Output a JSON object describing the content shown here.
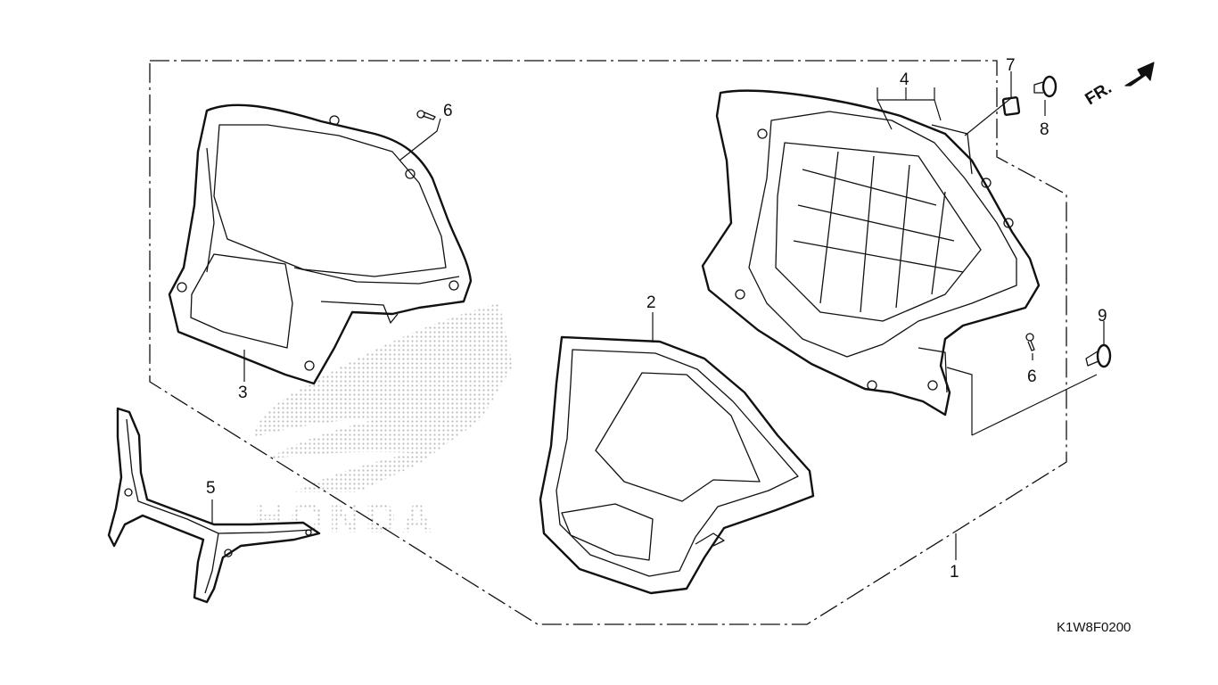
{
  "callouts": {
    "c1": "1",
    "c2": "2",
    "c3": "3",
    "c4": "4",
    "c5": "5",
    "c6a": "6",
    "c6b": "6",
    "c7": "7",
    "c8": "8",
    "c9": "9"
  },
  "direction_label": "FR.",
  "watermark_text": "HONDA",
  "diagram_code": "K1W8F0200",
  "colors": {
    "line": "#111111",
    "background": "#ffffff",
    "watermark": "#c8c8c8"
  }
}
